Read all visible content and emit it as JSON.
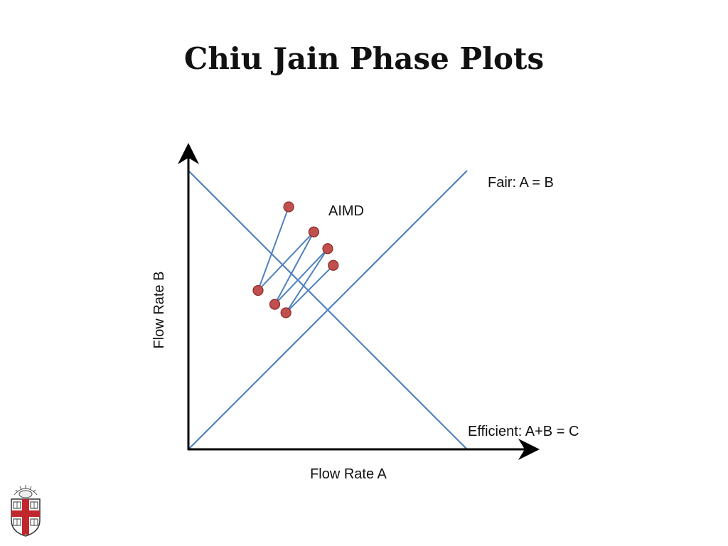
{
  "slide": {
    "title": "Chiu Jain Phase Plots"
  },
  "diagram": {
    "x_axis_label": "Flow Rate A",
    "y_axis_label": "Flow Rate B",
    "fair_line_label": "Fair: A = B",
    "efficient_line_label": "Efficient: A+B = C",
    "trajectory_label": "AIMD",
    "trajectory_points": [
      [
        0.36,
        0.87
      ],
      [
        0.25,
        0.57
      ],
      [
        0.45,
        0.78
      ],
      [
        0.31,
        0.52
      ],
      [
        0.5,
        0.72
      ],
      [
        0.35,
        0.49
      ],
      [
        0.52,
        0.66
      ]
    ],
    "colors": {
      "axis": "#000000",
      "line": "#4f81bd",
      "point_fill": "#c0504d",
      "point_stroke": "#8c2a28"
    }
  },
  "logo": {
    "icon": "university-crest-icon"
  }
}
